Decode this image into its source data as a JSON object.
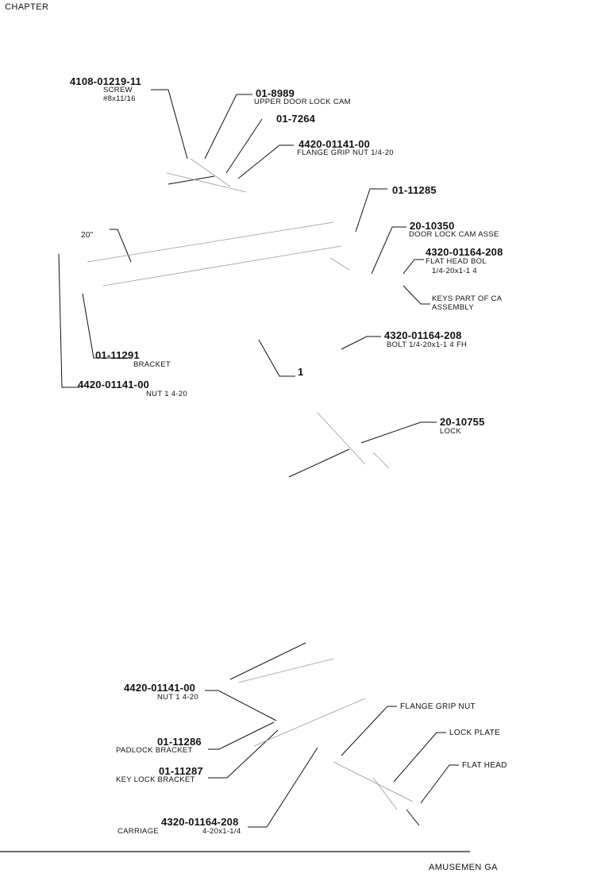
{
  "header": {
    "chapter_label": "CHAPTER"
  },
  "footer": {
    "right_label": "AMUSEMEN GA"
  },
  "top_diagram": {
    "labels": [
      {
        "part": "4108-01219-11",
        "desc1": "SCREW",
        "desc2": "#8x11/16"
      },
      {
        "part": "01-8989",
        "desc1": "UPPER DOOR LOCK CAM"
      },
      {
        "part": "01-7264"
      },
      {
        "part": "4420-01141-00",
        "desc1": "FLANGE GRIP NUT 1/4-20"
      },
      {
        "part": "01-11285"
      },
      {
        "part": "20-10350",
        "desc1": "DOOR LOCK CAM ASSE"
      },
      {
        "part": "4320-01164-208",
        "desc1": "FLAT HEAD BOL",
        "desc2": "1/4-20x1-1 4"
      },
      {
        "desc1": "KEYS PART OF CA",
        "desc2": "ASSEMBLY"
      },
      {
        "part": "4320-01164-208",
        "desc1": "BOLT 1/4-20x1-1 4 FH"
      },
      {
        "part": "01-11291",
        "desc1": "BRACKET"
      },
      {
        "part": "4420-01141-00",
        "desc1": "NUT 1 4-20"
      },
      {
        "part": "20-10755",
        "desc1": "LOCK"
      }
    ],
    "dimension": "20\"",
    "callout_number": "1"
  },
  "bottom_diagram": {
    "labels": [
      {
        "part": "4420-01141-00",
        "desc1": "NUT 1 4-20"
      },
      {
        "part": "01-11286",
        "desc1": "PADLOCK BRACKET"
      },
      {
        "part": "01-11287",
        "desc1": "KEY LOCK BRACKET"
      },
      {
        "part": "4320-01164-208",
        "desc1": "CARRIAGE",
        "desc2": "4-20x1-1/4"
      },
      {
        "desc1": "FLANGE GRIP NUT"
      },
      {
        "desc1": "LOCK PLATE"
      },
      {
        "desc1": "FLAT HEAD"
      }
    ]
  }
}
